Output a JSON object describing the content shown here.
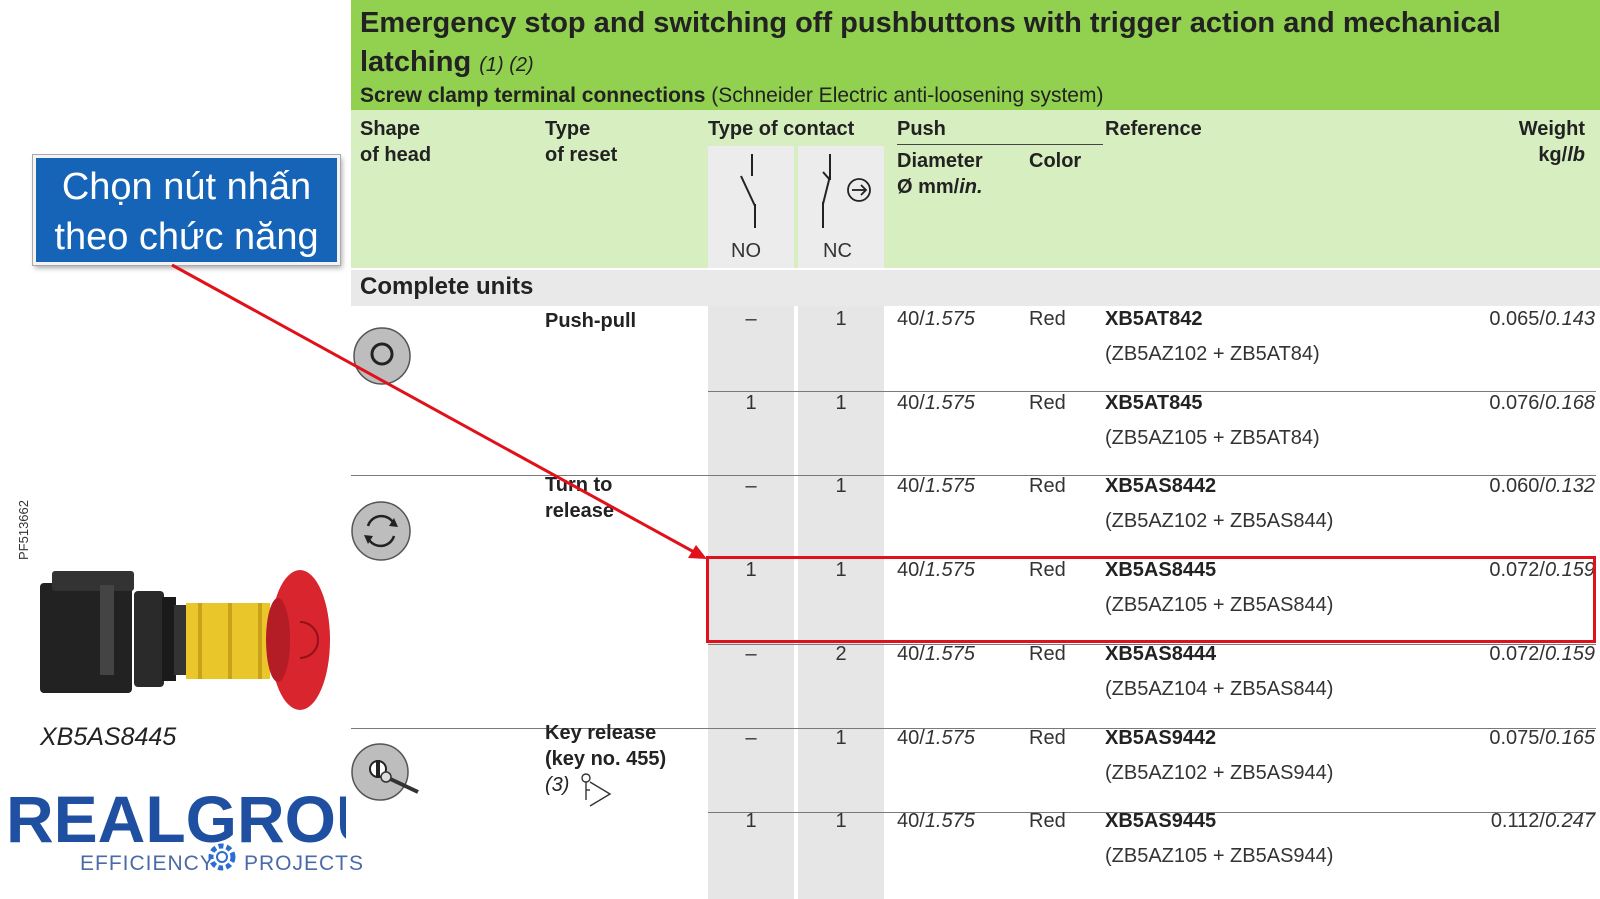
{
  "header": {
    "title": "Emergency stop and switching off pushbuttons with trigger action and mechanical latching",
    "title_notes": "(1) (2)",
    "subtitle_bold": "Screw clamp terminal connections",
    "subtitle_rest": "(Schneider Electric anti-loosening system)"
  },
  "columns": {
    "shape_l1": "Shape",
    "shape_l2": "of head",
    "type_l1": "Type",
    "type_l2": "of reset",
    "contact": "Type of contact",
    "no": "NO",
    "nc": "NC",
    "push": "Push",
    "diameter": "Diameter",
    "diameter_unit_pre": "Ø mm/",
    "diameter_unit_it": "in.",
    "color": "Color",
    "reference": "Reference",
    "weight_l1": "Weight",
    "weight_unit_pre": "kg/",
    "weight_unit_it": "lb"
  },
  "section": {
    "label": "Complete units"
  },
  "groups": [
    {
      "l1": "Push-pull",
      "l2": "",
      "l3": ""
    },
    {
      "l1": "Turn to",
      "l2": "release",
      "l3": ""
    },
    {
      "l1": "Key release",
      "l2": "(key no. 455)",
      "l3": "(3)"
    }
  ],
  "rows": [
    {
      "no": "–",
      "nc": "1",
      "dia": "40/",
      "dia_in": "1.575",
      "color": "Red",
      "ref": "XB5AT842",
      "sub": "(ZB5AZ102 + ZB5AT84)",
      "wkg": "0.065/",
      "wlb": "0.143"
    },
    {
      "no": "1",
      "nc": "1",
      "dia": "40/",
      "dia_in": "1.575",
      "color": "Red",
      "ref": "XB5AT845",
      "sub": "(ZB5AZ105 + ZB5AT84)",
      "wkg": "0.076/",
      "wlb": "0.168"
    },
    {
      "no": "–",
      "nc": "1",
      "dia": "40/",
      "dia_in": "1.575",
      "color": "Red",
      "ref": "XB5AS8442",
      "sub": "(ZB5AZ102 + ZB5AS844)",
      "wkg": "0.060/",
      "wlb": "0.132"
    },
    {
      "no": "1",
      "nc": "1",
      "dia": "40/",
      "dia_in": "1.575",
      "color": "Red",
      "ref": "XB5AS8445",
      "sub": "(ZB5AZ105 + ZB5AS844)",
      "wkg": "0.072/",
      "wlb": "0.159"
    },
    {
      "no": "–",
      "nc": "2",
      "dia": "40/",
      "dia_in": "1.575",
      "color": "Red",
      "ref": "XB5AS8444",
      "sub": "(ZB5AZ104 + ZB5AS844)",
      "wkg": "0.072/",
      "wlb": "0.159"
    },
    {
      "no": "–",
      "nc": "1",
      "dia": "40/",
      "dia_in": "1.575",
      "color": "Red",
      "ref": "XB5AS9442",
      "sub": "(ZB5AZ102 + ZB5AS944)",
      "wkg": "0.075/",
      "wlb": "0.165"
    },
    {
      "no": "1",
      "nc": "1",
      "dia": "40/",
      "dia_in": "1.575",
      "color": "Red",
      "ref": "XB5AS9445",
      "sub": "(ZB5AZ105 + ZB5AS944)",
      "wkg": "0.112/",
      "wlb": "0.247"
    }
  ],
  "callout": {
    "line1": "Chọn nút nhấn",
    "line2": "theo chức năng"
  },
  "product": {
    "code": "PF513662",
    "caption": "XB5AS8445"
  },
  "logo": {
    "word": "REALGROUP",
    "tagline_left": "EFFICIENCY",
    "tagline_right": "PROJECTS"
  },
  "colors": {
    "header_green": "#92d050",
    "header_light": "#d7efc0",
    "callout_blue": "#1564b8",
    "highlight_red": "#e0111a",
    "button_red": "#d8252e",
    "button_yellow": "#e9c62a"
  }
}
